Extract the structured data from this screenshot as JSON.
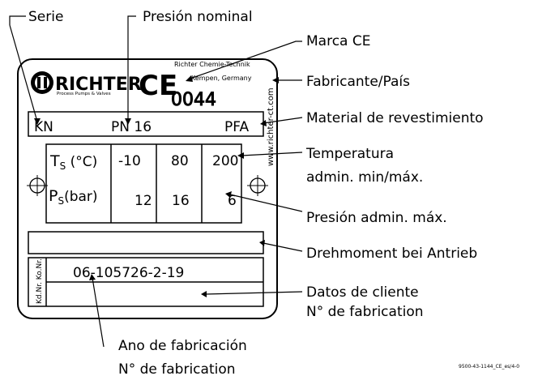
{
  "callouts": {
    "serie": "Serie",
    "presion_nominal": "Presión nominal",
    "marca_ce": "Marca CE",
    "fabricante_pais": "Fabricante/País",
    "material": "Material de revestimiento",
    "temperatura_1": "Temperatura",
    "temperatura_2": "admin. min/máx.",
    "presion_admin": "Presión admin. máx.",
    "drehmoment": "Drehmoment bei Antrieb",
    "datos_cliente_1": "Datos de cliente",
    "datos_cliente_2": "N° de fabrication",
    "ano_1": "Ano de fabricación",
    "ano_2": "N° de fabrication"
  },
  "plate": {
    "brand": "RICHTER",
    "brand_sub": "Process Pumps & Valves",
    "ce_mark": "CE",
    "manufacturer_1": "Richter Chemie-Technik",
    "manufacturer_2": "Kempen, Germany",
    "notified_body": "0044",
    "website": "www.richter-ct.com",
    "series": "KN",
    "pn": "PN 16",
    "lining": "PFA",
    "temp_label": "T",
    "temp_sub": "S",
    "temp_unit": " (°C)",
    "temp_values": [
      "-10",
      "80",
      "200"
    ],
    "press_label": "P",
    "press_sub": "S",
    "press_unit": "(bar)",
    "press_values": [
      "12",
      "16",
      "6"
    ],
    "kd_label": "Kd.Nr. Ko.Nr.",
    "serial": "06-105726-2-19"
  },
  "doc_code": "9500-43-1144_CE_es/4-0"
}
